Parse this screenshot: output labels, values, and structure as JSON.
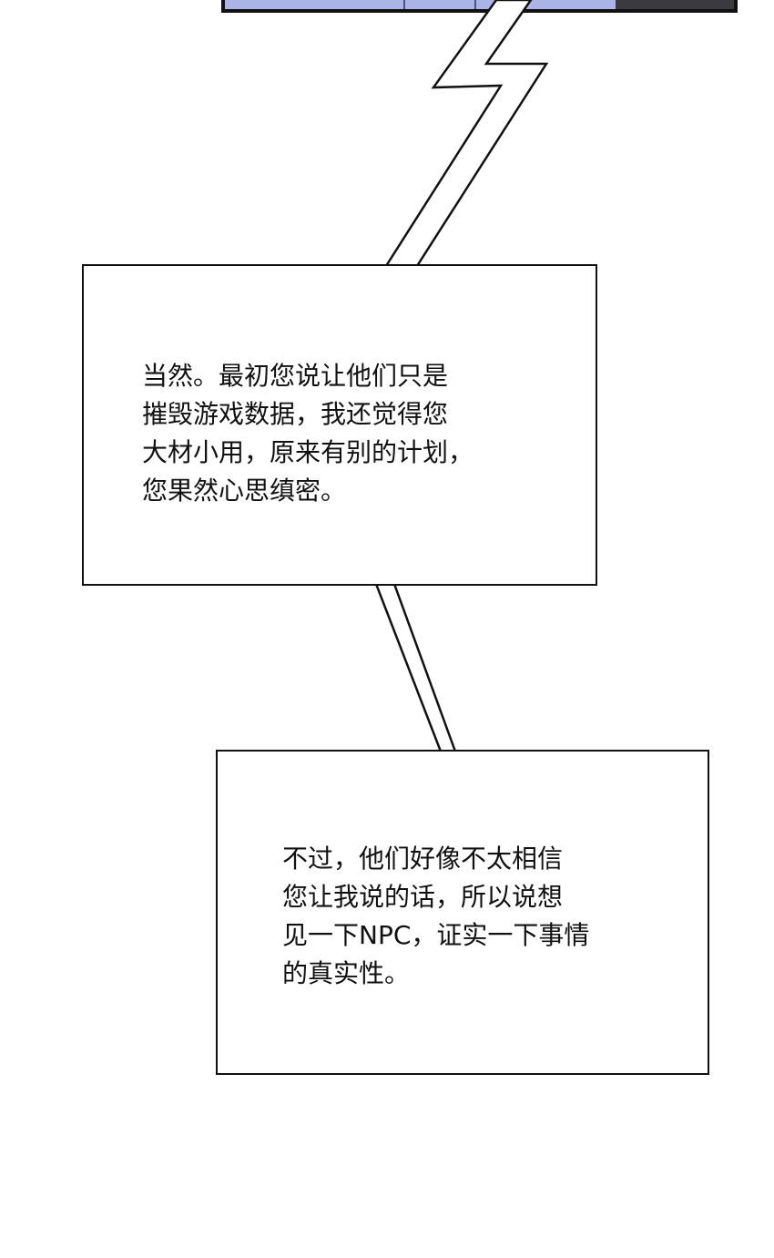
{
  "bubble_top": {
    "lines": [
      "当然。最初您说让他们只是",
      "摧毁游戏数据，我还觉得您",
      "大材小用，原来有别的计划，",
      "您果然心思缜密。"
    ]
  },
  "bubble_bottom": {
    "lines": [
      "不过，他们好像不太相信",
      "您让我说的话，所以说想",
      "见一下NPC，证实一下事情",
      "的真实性。"
    ]
  },
  "colors": {
    "panel_blue": "#aab4e6",
    "ink": "#111111",
    "paper": "#ffffff"
  }
}
